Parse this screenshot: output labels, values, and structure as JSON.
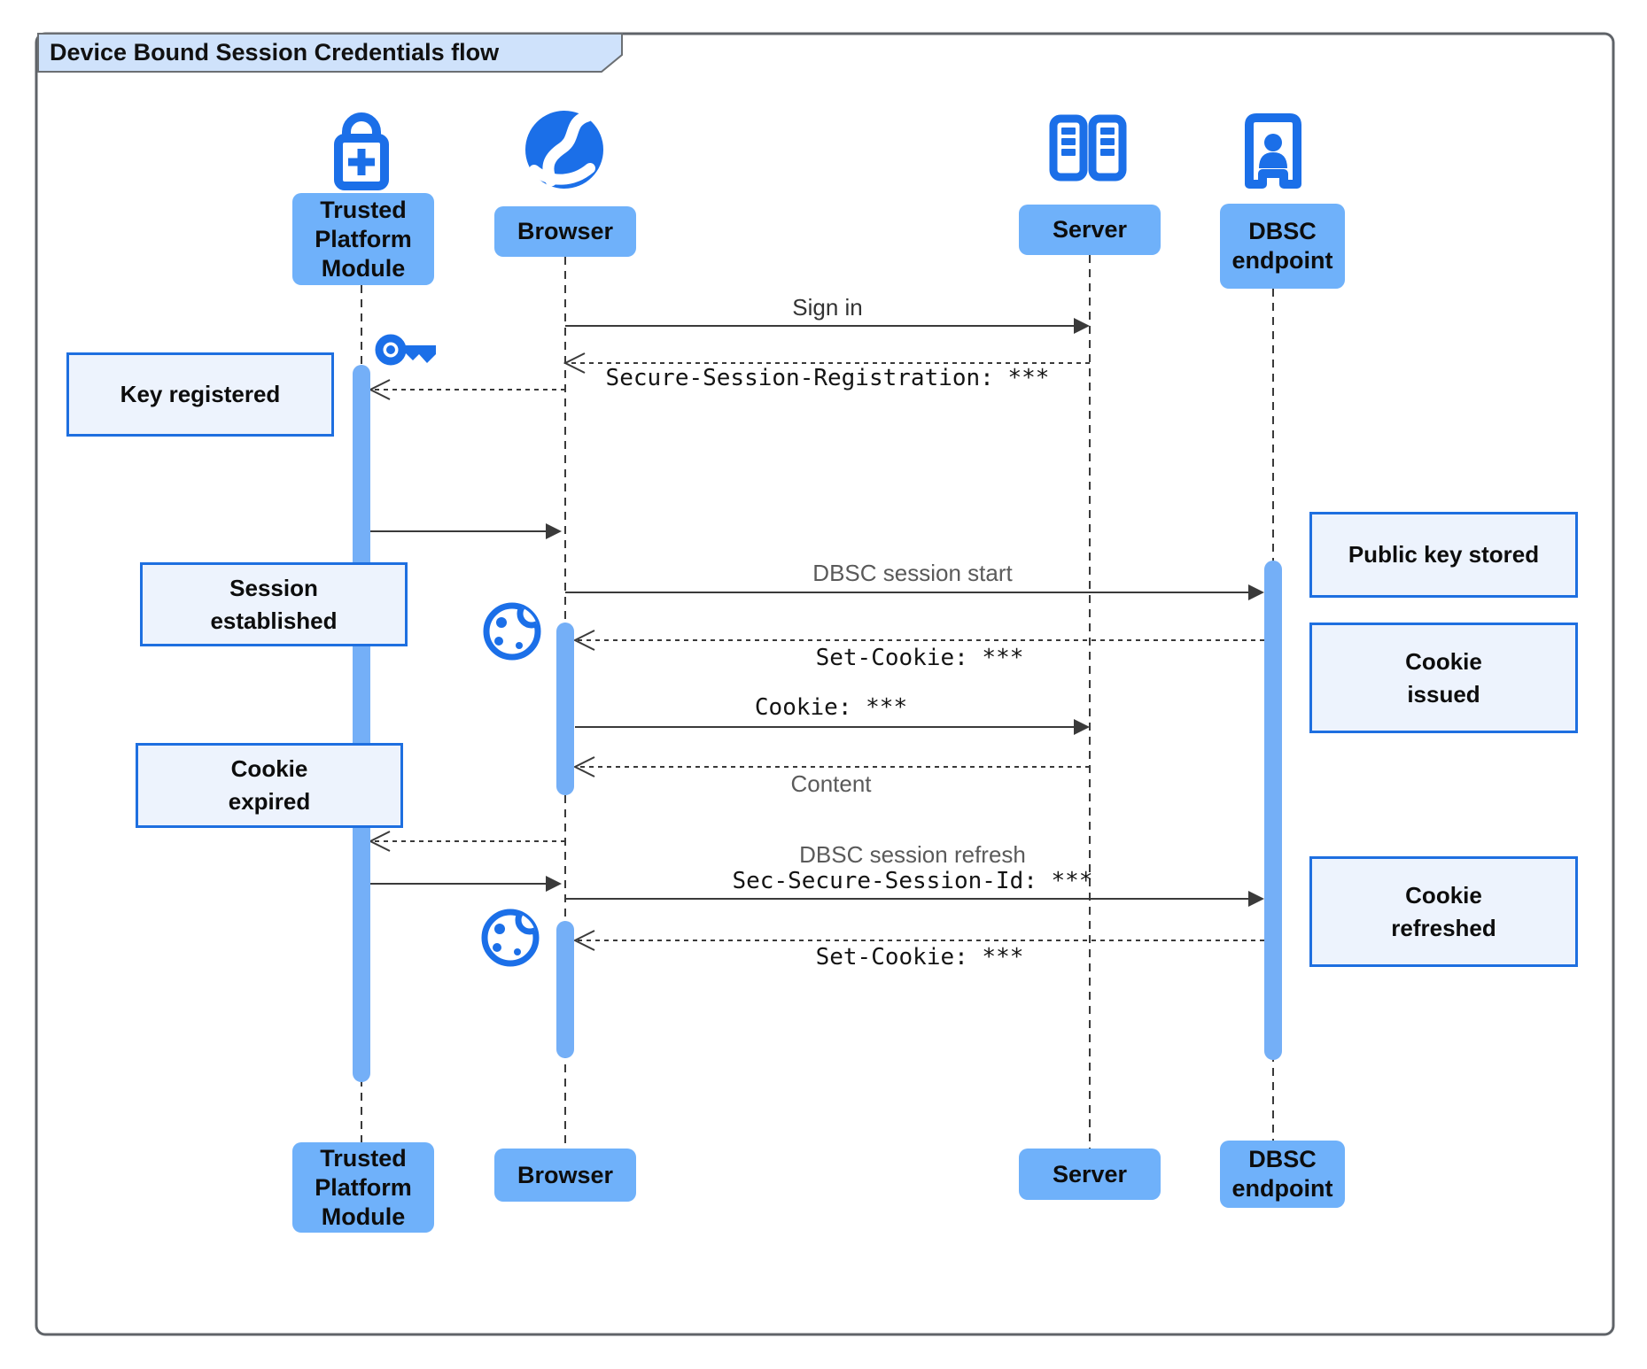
{
  "title": "Device Bound Session Credentials flow",
  "actors": {
    "tpm": {
      "label": "Trusted\nPlatform\nModule"
    },
    "browser": {
      "label": "Browser"
    },
    "server": {
      "label": "Server"
    },
    "dbsc": {
      "label": "DBSC\nendpoint"
    }
  },
  "messages": {
    "sign_in": "Sign in",
    "registration": "Secure-Session-Registration: ***",
    "session_start": "DBSC session start",
    "set_cookie_1": "Set-Cookie: ***",
    "cookie": "Cookie: ***",
    "content": "Content",
    "refresh_line1": "DBSC session refresh",
    "refresh_line2": "Sec-Secure-Session-Id: ***",
    "set_cookie_2": "Set-Cookie: ***"
  },
  "notes": {
    "key_registered": "Key registered",
    "session_established": "Session\nestablished",
    "cookie_expired": "Cookie\nexpired",
    "public_key_stored": "Public key stored",
    "cookie_issued": "Cookie\nissued",
    "cookie_refreshed": "Cookie\nrefreshed"
  },
  "icons": {
    "tpm": "lock-plus-icon",
    "browser": "globe-icon",
    "server": "server-rack-icon",
    "dbsc": "door-person-icon",
    "key": "key-icon",
    "cookie": "cookie-icon"
  },
  "colors": {
    "accent_blue": "#1b6fe8",
    "label_fill": "#6fb1fa",
    "bar_fill": "#74aff7",
    "note_fill": "#edf3fd",
    "note_border": "#1e6fe0",
    "tab_fill": "#cfe2fb",
    "line": "#3a3a3a",
    "muted_text": "#5a5a5a"
  }
}
